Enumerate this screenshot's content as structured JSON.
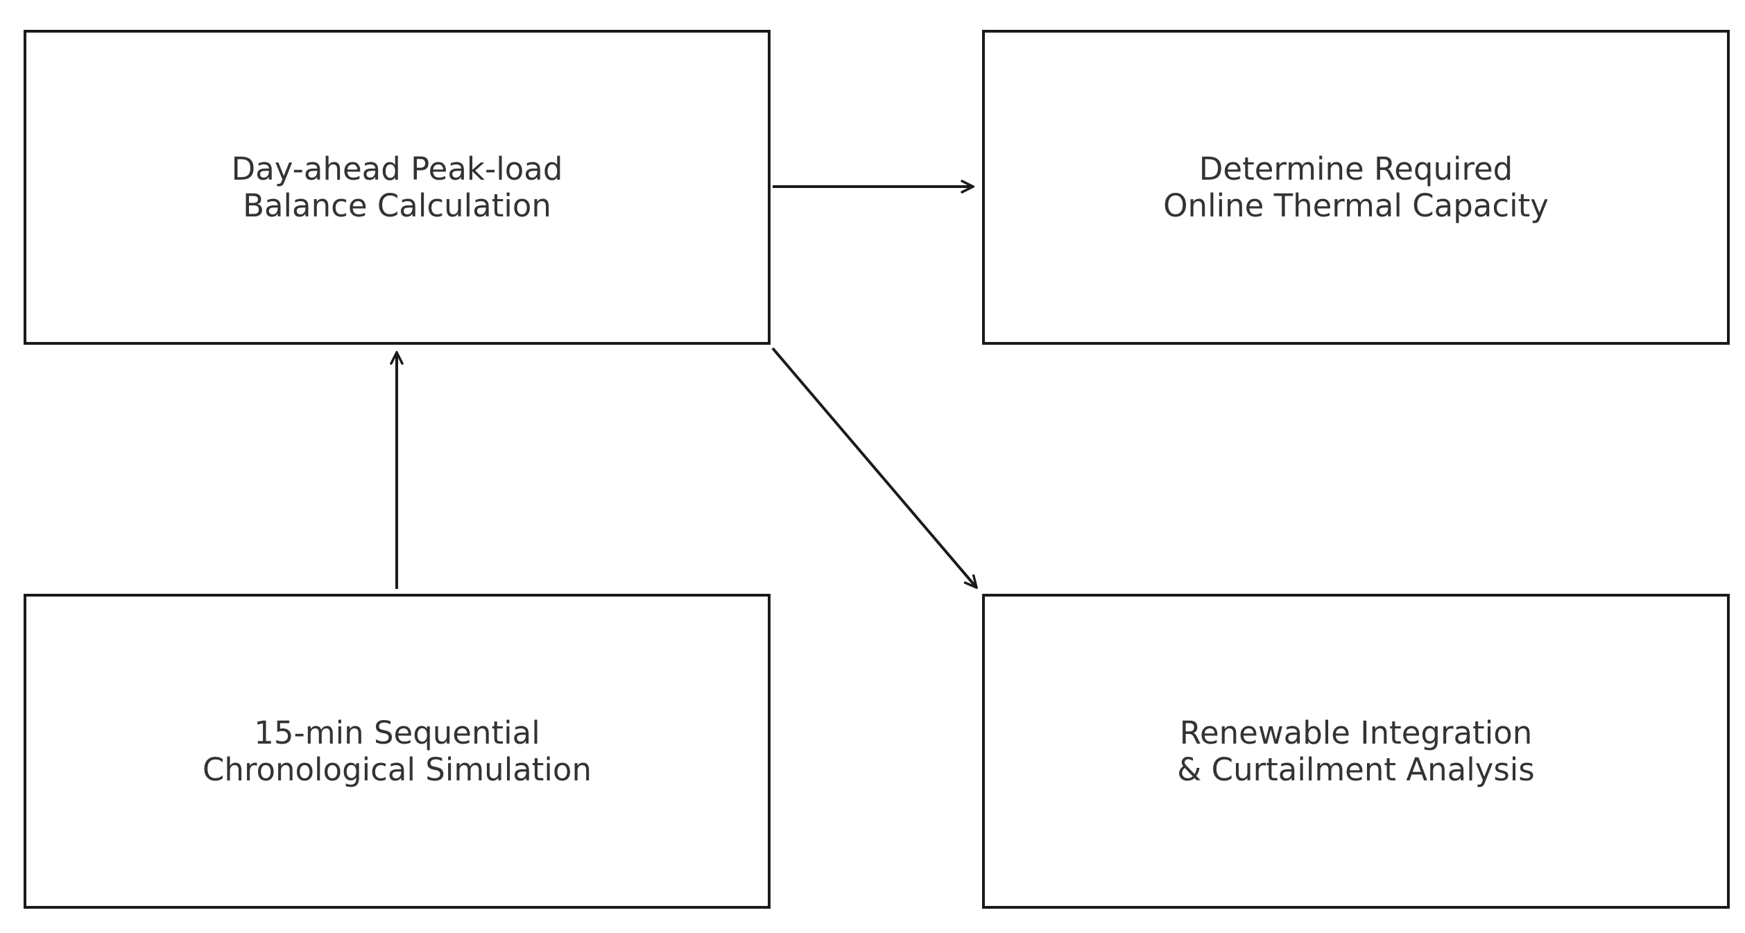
{
  "nodes": [
    {
      "id": "day-ahead",
      "lines": [
        "Day-ahead Peak-load",
        "Balance Calculation"
      ]
    },
    {
      "id": "thermal",
      "lines": [
        "Determine Required",
        "Online Thermal Capacity"
      ]
    },
    {
      "id": "simulation",
      "lines": [
        "15-min Sequential",
        "Chronological Simulation"
      ]
    },
    {
      "id": "renewable",
      "lines": [
        "Renewable Integration",
        "& Curtailment Analysis"
      ]
    }
  ],
  "edges": [
    {
      "from": "day-ahead",
      "to": "thermal"
    },
    {
      "from": "simulation",
      "to": "day-ahead"
    },
    {
      "from": "day-ahead",
      "to": "renewable"
    }
  ],
  "colors": {
    "border": "#1a1a1a",
    "text": "#333333",
    "arrow": "#1a1a1a",
    "background": "#ffffff"
  }
}
